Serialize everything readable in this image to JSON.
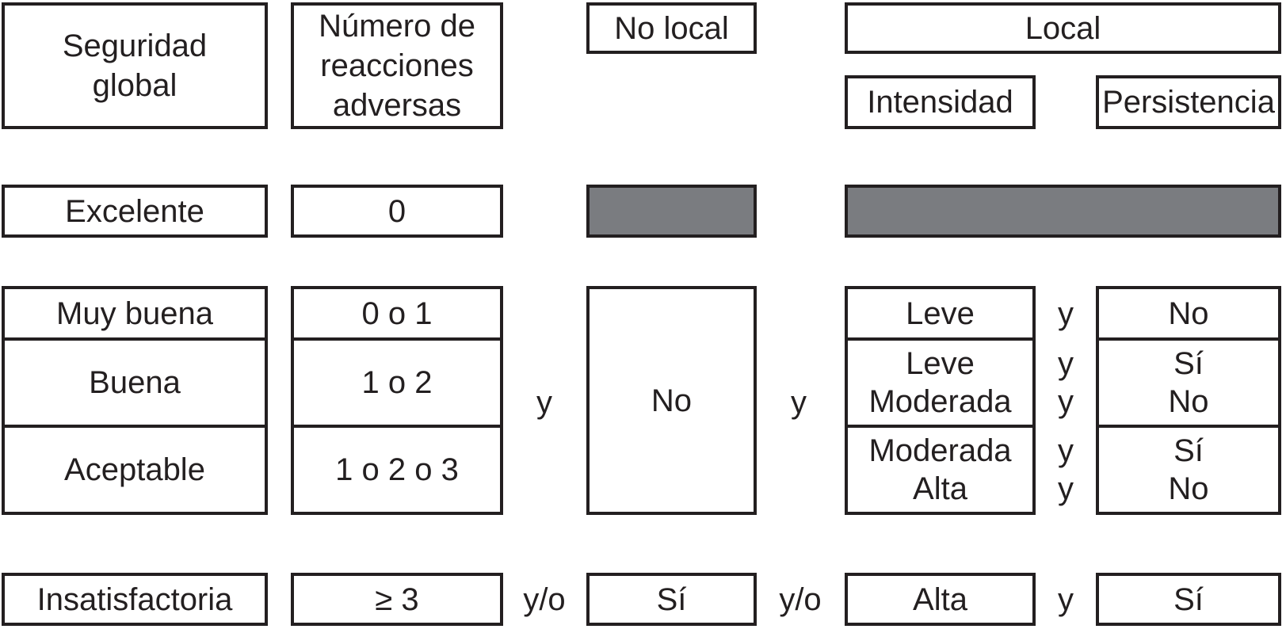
{
  "colors": {
    "ink": "#231f20",
    "gray": "#7a7c80",
    "bg": "#ffffff"
  },
  "headers": {
    "global_line1": "Seguridad",
    "global_line2": "global",
    "reactions_line1": "Número de",
    "reactions_line2": "reacciones",
    "reactions_line3": "adversas",
    "no_local": "No local",
    "local": "Local",
    "intensity": "Intensidad",
    "persistence": "Persistencia"
  },
  "row_excellent": {
    "global": "Excelente",
    "reactions": "0"
  },
  "row_middle": {
    "global": [
      "Muy buena",
      "Buena",
      "Aceptable"
    ],
    "reactions": [
      "0 o 1",
      "1 o 2",
      "1 o 2 o 3"
    ],
    "conn_left": "y",
    "no_local": "No",
    "conn_right": "y",
    "intensity": [
      [
        "Leve"
      ],
      [
        "Leve",
        "Moderada"
      ],
      [
        "Moderada",
        "Alta"
      ]
    ],
    "conn_pairs": [
      [
        "y"
      ],
      [
        "y",
        "y"
      ],
      [
        "y",
        "y"
      ]
    ],
    "persistence": [
      [
        "No"
      ],
      [
        "Sí",
        "No"
      ],
      [
        "Sí",
        "No"
      ]
    ]
  },
  "row_unsatisfactory": {
    "global": "Insatisfactoria",
    "reactions": "≥ 3",
    "conn1": "y/o",
    "no_local": "Sí",
    "conn2": "y/o",
    "intensity": "Alta",
    "conn3": "y",
    "persistence": "Sí"
  }
}
